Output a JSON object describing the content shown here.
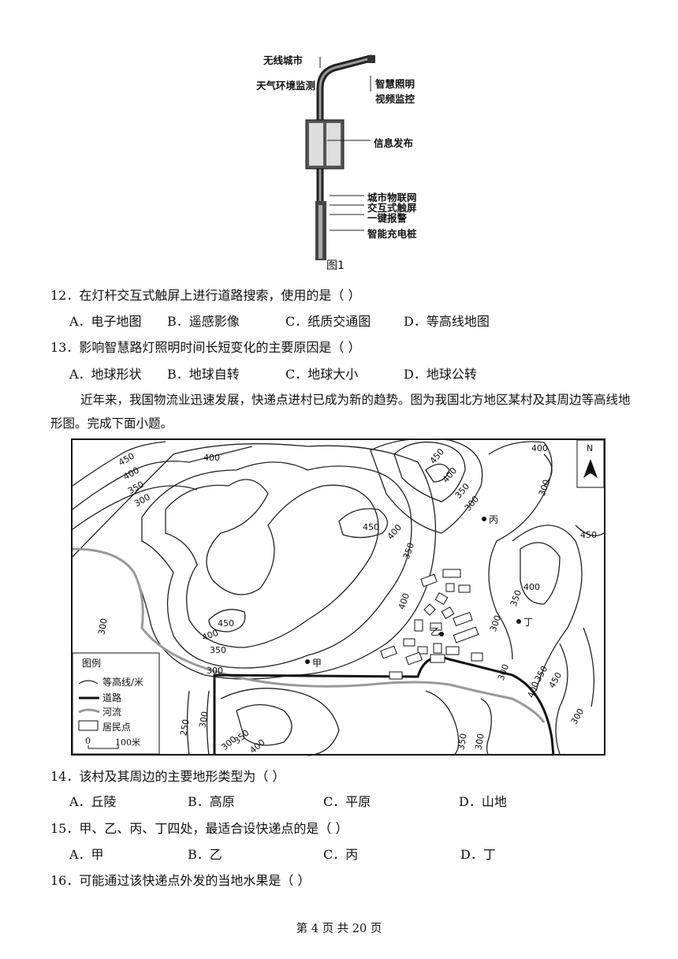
{
  "figure1": {
    "labels": {
      "wireless_city": "无线城市",
      "weather_monitor": "天气环境监测",
      "smart_lighting": "智慧照明",
      "video_monitor": "视频监控",
      "info_release": "信息发布",
      "iot": "城市物联网",
      "touch_screen": "交互式触屏",
      "alarm": "一键报警",
      "charging": "智能充电桩"
    },
    "caption": "图1"
  },
  "q12": {
    "stem": "12．在灯杆交互式触屏上进行道路搜索，使用的是（    ）",
    "options": [
      "A．电子地图",
      "B．遥感影像",
      "C．纸质交通图",
      "D．等高线地图"
    ]
  },
  "q13": {
    "stem": "13．影响智慧路灯照明时间长短变化的主要原因是（    ）",
    "options": [
      "A．地球形状",
      "B．地球自转",
      "C．地球大小",
      "D．地球公转"
    ]
  },
  "passage": "近年来，我国物流业迅速发展，快递点进村已成为新的趋势。图为我国北方地区某村及其周边等高线地形图。完成下面小题。",
  "map": {
    "north": "N",
    "contours": {
      "c450a": "450",
      "c400a": "400",
      "c350a": "350",
      "c300a": "300",
      "c400b": "400",
      "c450b": "450",
      "c400c": "400",
      "c350b": "350",
      "c300b": "300",
      "c450c": "450",
      "c400d": "400",
      "c350c": "350",
      "c400e": "400",
      "c300c": "300",
      "c450d": "450",
      "c400f": "400",
      "c350d": "350",
      "c300d": "300",
      "c400g": "400",
      "c300e": "300",
      "c450e": "450",
      "c400h": "400",
      "c350e": "350",
      "c300f": "300",
      "c300g": "300",
      "c400i": "400",
      "c350f": "350",
      "c450f": "450",
      "c300h": "300",
      "c250": "250",
      "c300i": "300",
      "c300j": "300",
      "c350g": "350",
      "c400j": "400",
      "c350h": "350",
      "c300k": "300"
    },
    "places": {
      "jia": "甲",
      "yi": "乙",
      "bing": "丙",
      "ding": "丁"
    },
    "legend": {
      "title": "图例",
      "contour": "等高线/米",
      "road": "道路",
      "river": "河流",
      "settlement": "居民点",
      "scale_zero": "0",
      "scale_len": "100米"
    }
  },
  "q14": {
    "stem": "14．该村及其周边的主要地形类型为（    ）",
    "options": [
      "A．丘陵",
      "B．高原",
      "C．平原",
      "D．山地"
    ]
  },
  "q15": {
    "stem": "15．甲、乙、丙、丁四处，最适合设快递点的是（    ）",
    "options": [
      "A．甲",
      "B．乙",
      "C．丙",
      "D．丁"
    ]
  },
  "q16": {
    "stem": "16．可能通过该快递点外发的当地水果是（    ）"
  },
  "footer": "第 4 页 共 20 页"
}
